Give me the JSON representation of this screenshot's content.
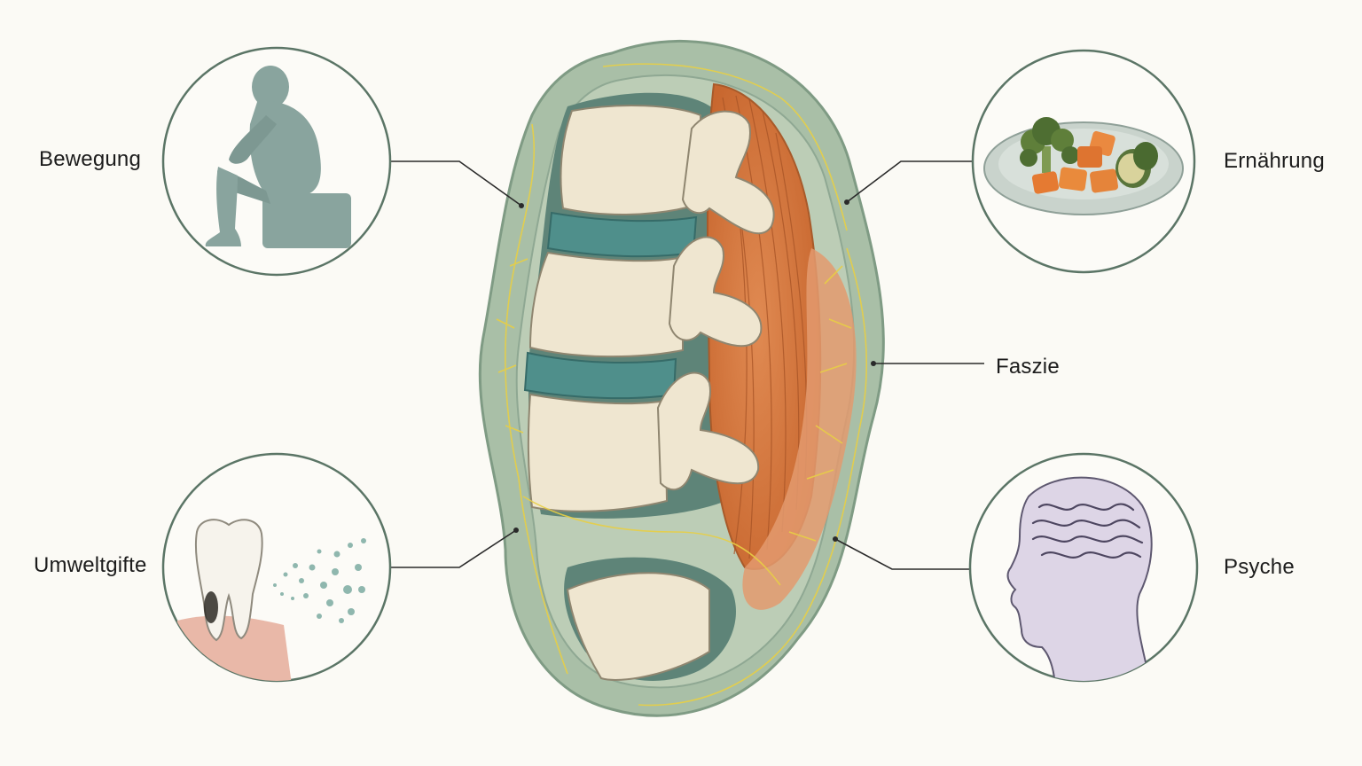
{
  "labels": {
    "bewegung": "Bewegung",
    "umweltgifte": "Umweltgifte",
    "ernaehrung": "Ernährung",
    "faszie": "Faszie",
    "psyche": "Psyche"
  },
  "icons": {
    "bewegung": "sitting-person-icon",
    "umweltgifte": "tooth-toxin-icon",
    "ernaehrung": "vegetable-plate-icon",
    "psyche": "head-profile-icon"
  },
  "colors": {
    "background": "#fbfaf5",
    "circle_stroke": "#5b7566",
    "fascia_fill": "#a9bfa7",
    "bone": "#efe6d0",
    "disc": "#4f8f8b",
    "muscle": "#d97a43",
    "nerve": "#e8cf45"
  }
}
